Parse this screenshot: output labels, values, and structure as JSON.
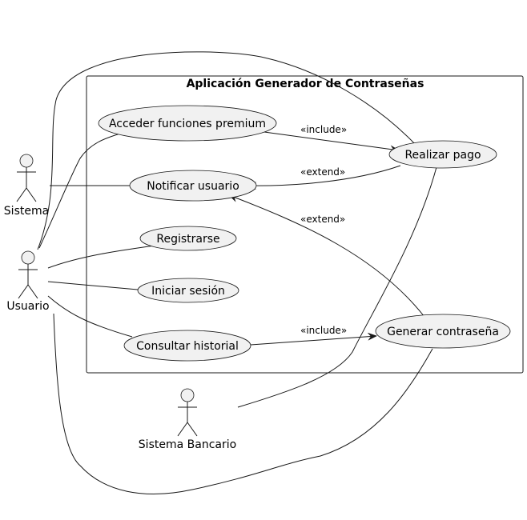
{
  "system": {
    "title": "Aplicación Generador de Contraseñas"
  },
  "actors": {
    "sistema": "Sistema",
    "usuario": "Usuario",
    "banco": "Sistema Bancario"
  },
  "use_cases": {
    "premium": "Acceder funciones premium",
    "notificar": "Notificar usuario",
    "registrarse": "Registrarse",
    "login": "Iniciar sesión",
    "historial": "Consultar historial",
    "pago": "Realizar pago",
    "generar": "Generar contraseña"
  },
  "relations": {
    "premium_pago": "«include»",
    "pago_notificar": "«extend»",
    "generar_notificar": "«extend»",
    "historial_generar": "«include»"
  }
}
